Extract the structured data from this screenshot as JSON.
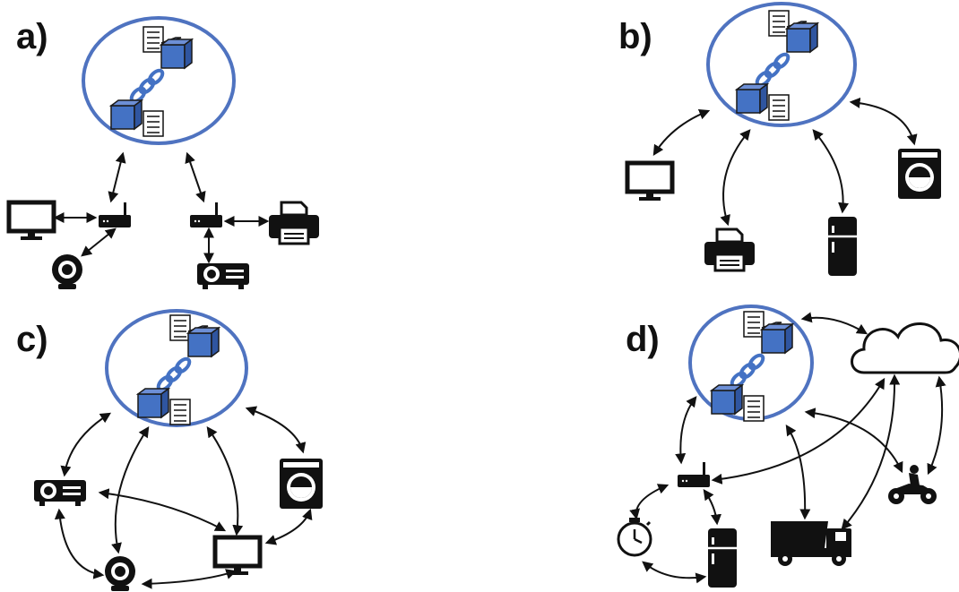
{
  "panels": [
    {
      "id": "a",
      "label": "a)"
    },
    {
      "id": "b",
      "label": "b)"
    },
    {
      "id": "c",
      "label": "c)"
    },
    {
      "id": "d",
      "label": "d)"
    }
  ],
  "icons": [
    "blockchain-icon",
    "router-icon",
    "monitor-icon",
    "webcam-icon",
    "printer-icon",
    "projector-icon",
    "washing-machine-icon",
    "refrigerator-icon",
    "cloud-icon",
    "motorcycle-icon",
    "dump-truck-icon",
    "stopwatch-icon"
  ],
  "colors": {
    "ring": "#4f73c0",
    "cube": "#4472c4",
    "ink": "#111111"
  }
}
